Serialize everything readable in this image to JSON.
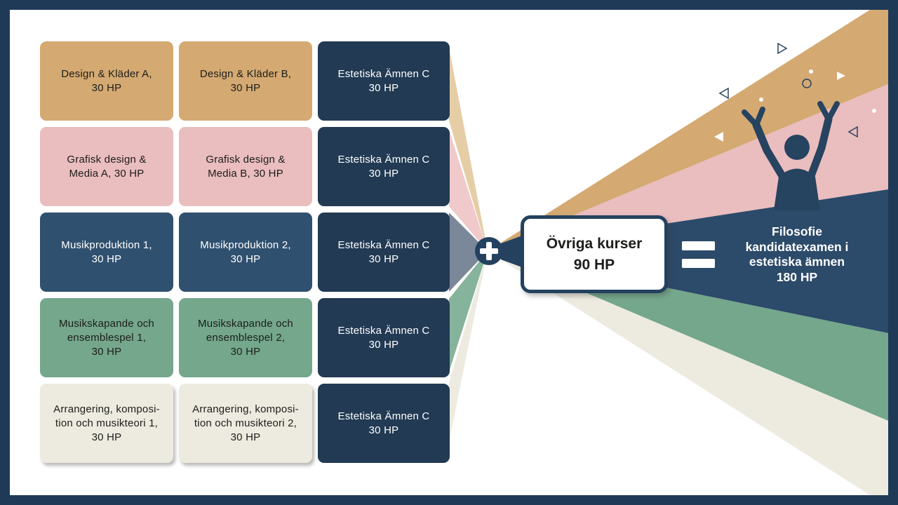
{
  "palette": {
    "frame": "#1f3a57",
    "white": "#ffffff",
    "tan": "#d4a972",
    "pink": "#eabdbf",
    "steel": "#30506f",
    "green": "#74a78c",
    "cream": "#edebe0",
    "navy_card": "#223a53",
    "navy_wedge": "#2c4a69",
    "ray_tan": "#e5cda6",
    "ray_pink": "#f0c9cb",
    "ray_gray": "#7b8899",
    "ray_green": "#86b39b",
    "ray_cream": "#edebe0",
    "person": "#26435f",
    "plus_circle": "#24425f",
    "outline_shape": "#26435f",
    "text_dark": "#1d1d1b",
    "text_light": "#ffffff"
  },
  "grid": {
    "rows": [
      {
        "cells": [
          {
            "text": "Design & Kläder A,\n30 HP",
            "color": "tan"
          },
          {
            "text": "Design & Kläder B,\n30 HP",
            "color": "tan"
          },
          {
            "text": "Estetiska Ämnen C\n30 HP",
            "color": "navy"
          }
        ]
      },
      {
        "cells": [
          {
            "text": "Grafisk design &\nMedia A, 30 HP",
            "color": "pink"
          },
          {
            "text": "Grafisk design &\nMedia B, 30 HP",
            "color": "pink"
          },
          {
            "text": "Estetiska Ämnen C\n30 HP",
            "color": "navy"
          }
        ]
      },
      {
        "cells": [
          {
            "text": "Musikproduktion 1,\n30 HP",
            "color": "steel"
          },
          {
            "text": "Musikproduktion 2,\n30 HP",
            "color": "steel"
          },
          {
            "text": "Estetiska Ämnen C\n30 HP",
            "color": "navy"
          }
        ]
      },
      {
        "cells": [
          {
            "text": "Musikskapande och\nensemblespel 1,\n30 HP",
            "color": "green"
          },
          {
            "text": "Musikskapande och\nensemblespel 2,\n30 HP",
            "color": "green"
          },
          {
            "text": "Estetiska Ämnen C\n30 HP",
            "color": "navy"
          }
        ]
      },
      {
        "cells": [
          {
            "text": "Arrangering, komposi-\ntion och musikteori 1,\n30 HP",
            "color": "cream"
          },
          {
            "text": "Arrangering, komposi-\ntion och musikteori 2,\n30 HP",
            "color": "cream"
          },
          {
            "text": "Estetiska Ämnen C\n30 HP",
            "color": "navy"
          }
        ]
      }
    ]
  },
  "operators": {
    "plus": "+",
    "equals": "="
  },
  "other_courses_box": {
    "text": "Övriga kurser\n90 HP"
  },
  "result": {
    "text": "Filosofie\nkandidatexamen i\nestetiska ämnen\n180 HP"
  }
}
